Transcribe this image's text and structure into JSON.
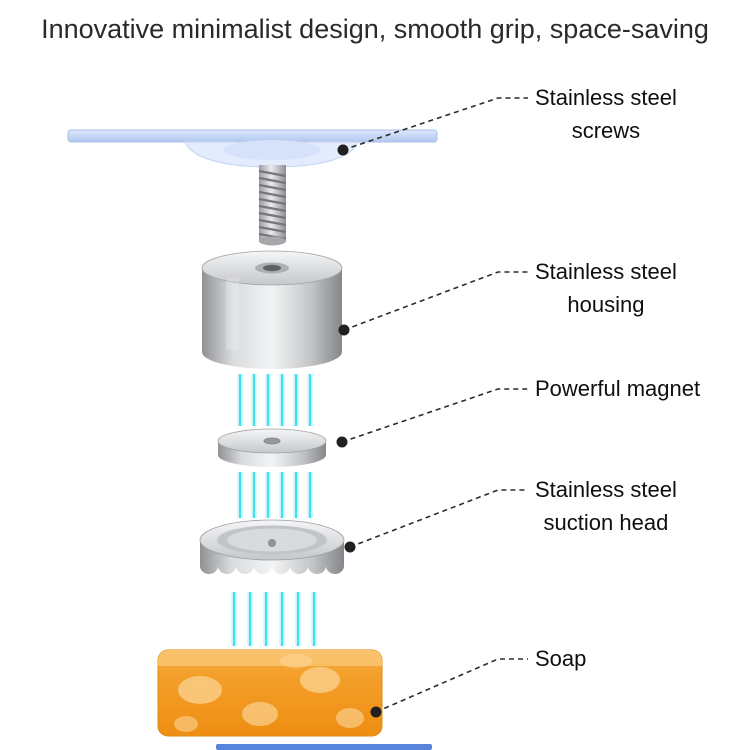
{
  "title": "Innovative minimalist design, smooth grip, space-saving",
  "annotations": {
    "screws": {
      "lines": [
        "Stainless steel",
        "screws"
      ]
    },
    "housing": {
      "lines": [
        "Stainless steel",
        "housing"
      ]
    },
    "magnet": {
      "lines": [
        "Powerful magnet"
      ]
    },
    "suction": {
      "lines": [
        "Stainless steel",
        "suction head"
      ]
    },
    "soap": {
      "lines": [
        "Soap"
      ]
    }
  },
  "colors": {
    "accent_cyan": "#3fe2ec",
    "plate_blue": "#cfdff9",
    "steel_light": "#e9eaec",
    "steel_dark": "#8d8f92",
    "soap_orange": "#f4a02c",
    "leader_line": "#2c2c2c",
    "text": "#0f0f0f"
  }
}
